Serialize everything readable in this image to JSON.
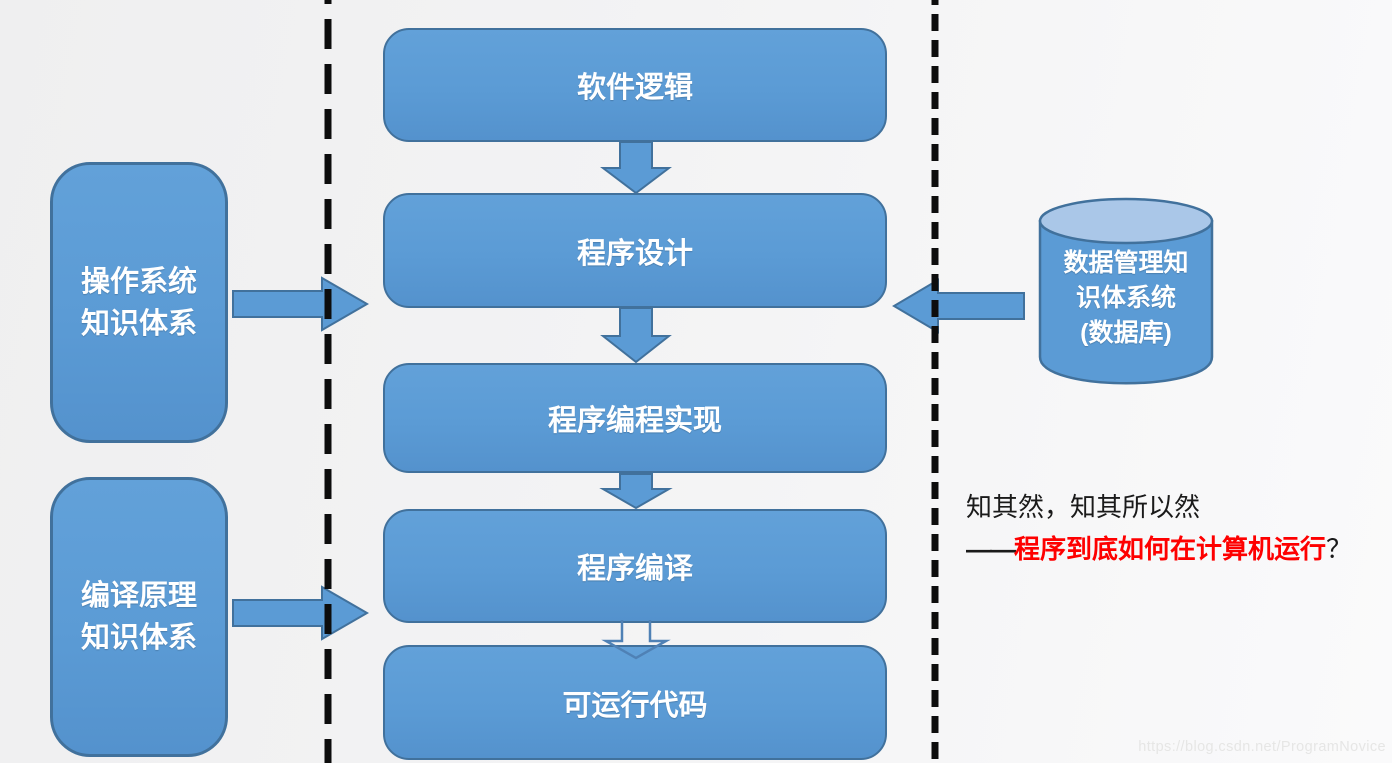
{
  "slide": {
    "flow_boxes": [
      {
        "label": "软件逻辑"
      },
      {
        "label": "程序设计"
      },
      {
        "label": "程序编程实现"
      },
      {
        "label": "程序编译"
      },
      {
        "label": "可运行代码"
      }
    ],
    "side_boxes": [
      {
        "label": "操作系统\n知识体系"
      },
      {
        "label": "编译原理\n知识体系"
      }
    ],
    "database": {
      "label": "数据管理知\n识体系统\n(数据库)"
    },
    "annotation": {
      "line1": "知其然，知其所以然",
      "dash": "——",
      "highlight": "程序到底如何在计算机运行",
      "suffix": "？"
    },
    "watermark": "https://blog.csdn.net/ProgramNovice",
    "colors": {
      "shape_fill": "#5b9bd5",
      "shape_border": "#41719c",
      "cylinder_top_fill": "#aac7e8",
      "label_text": "#ffffff",
      "annotation_text": "#1a1a1a",
      "annotation_highlight": "#fe0000",
      "dashed_line": "#0d0d0d",
      "watermark_text": "#e6e6e5"
    }
  }
}
